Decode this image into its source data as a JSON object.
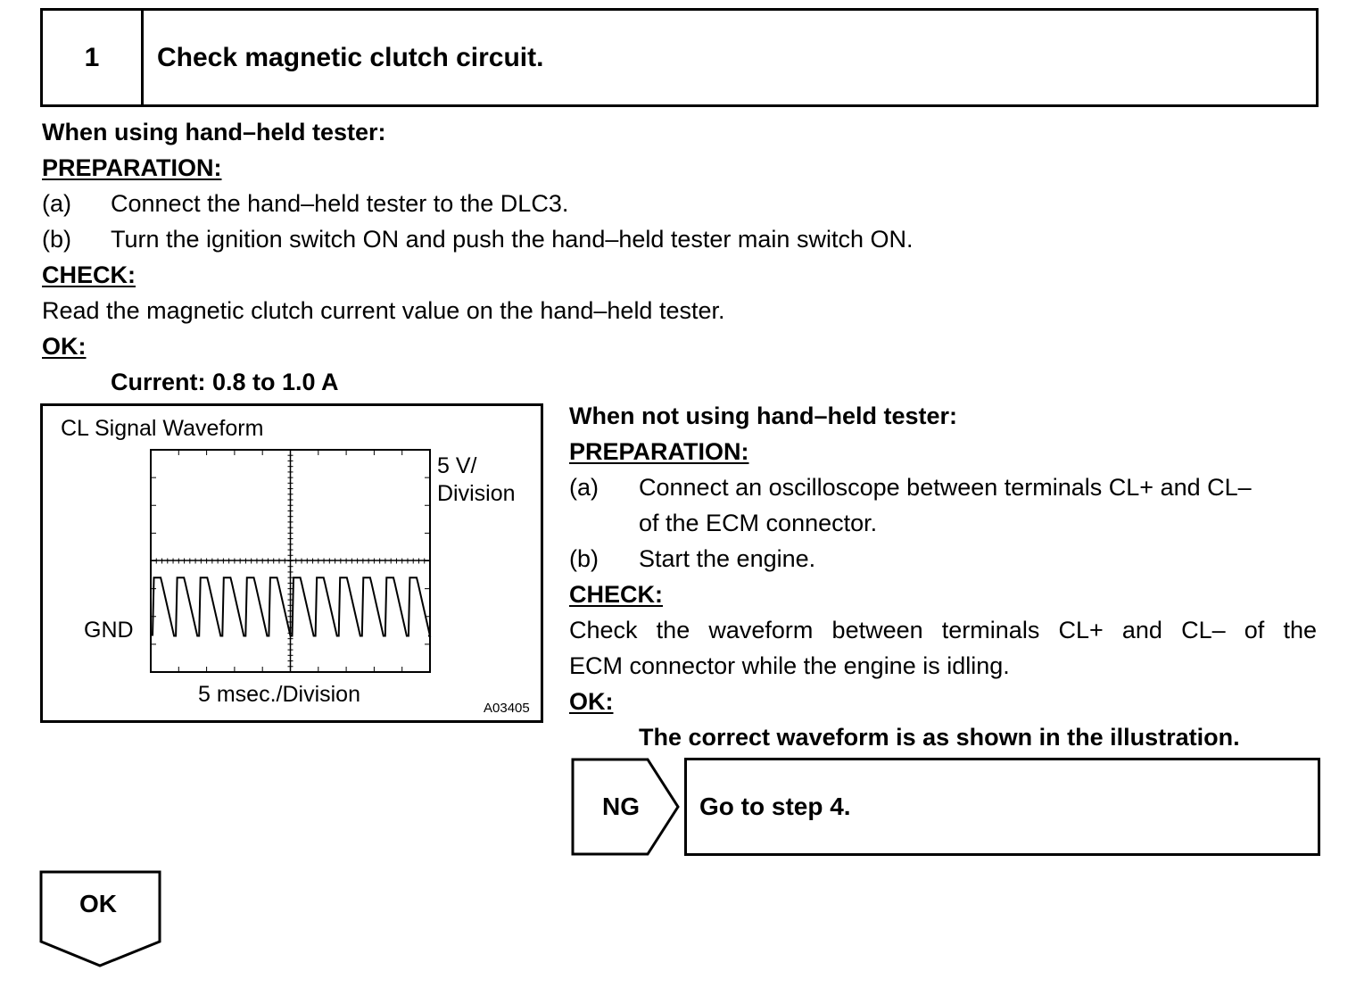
{
  "step": {
    "number": "1",
    "title": "Check magnetic clutch circuit."
  },
  "left_section": {
    "heading": "When using hand–held tester:",
    "preparation_label": "PREPARATION:",
    "preparation_items": [
      {
        "label": "(a)",
        "text": "Connect the hand–held tester to the DLC3."
      },
      {
        "label": "(b)",
        "text": "Turn the ignition switch ON and push the hand–held tester main switch ON."
      }
    ],
    "check_label": "CHECK:",
    "check_text": "Read the magnetic clutch current value on the hand–held tester.",
    "ok_label": "OK:",
    "ok_spec": "Current: 0.8 to 1.0 A"
  },
  "figure": {
    "title": "CL Signal Waveform",
    "volt_scale_line1": "5 V/",
    "volt_scale_line2": "Division",
    "gnd_label": "GND",
    "time_scale": "5 msec./Division",
    "figure_id": "A03405",
    "waveform": {
      "cycles": 12,
      "high_level_div": 3.4,
      "low_level_div": 1.3,
      "duty": 0.35
    }
  },
  "right_section": {
    "heading": "When not using hand–held tester:",
    "preparation_label": "PREPARATION:",
    "item_a_label": "(a)",
    "item_a_line1": "Connect an oscilloscope between terminals CL+ and CL–",
    "item_a_line2": "of the ECM connector.",
    "item_b_label": "(b)",
    "item_b_text": "Start the engine.",
    "check_label": "CHECK:",
    "check_line1": "Check the waveform between terminals CL+ and CL– of the",
    "check_line2": "ECM connector while the engine is idling.",
    "ok_label": "OK:",
    "ok_text": "The correct waveform is as shown in the illustration."
  },
  "ng_result": {
    "label": "NG",
    "action": "Go to step 4."
  },
  "ok_result": {
    "label": "OK"
  }
}
